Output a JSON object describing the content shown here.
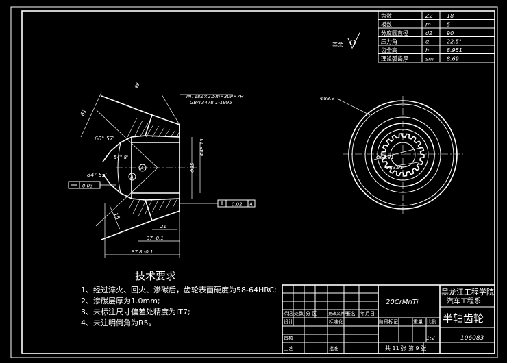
{
  "gear_params": {
    "rows": [
      {
        "name": "齿数",
        "symbol": "Z2",
        "value": "18"
      },
      {
        "name": "模数",
        "symbol": "m",
        "value": "5"
      },
      {
        "name": "分度圆直径",
        "symbol": "d2",
        "value": "90"
      },
      {
        "name": "压力角",
        "symbol": "α",
        "value": "22.5°"
      },
      {
        "name": "齿全高",
        "symbol": "h",
        "value": "8.951"
      },
      {
        "name": "理论弧齿厚",
        "symbol": "sm",
        "value": "8.69"
      }
    ]
  },
  "roughness": {
    "label": "其余",
    "symbol": "▽"
  },
  "section_dims": {
    "spline_note_1": "INT18Z×2.5m×30P×7H",
    "spline_note_2": "GB/T3478.1-1995",
    "angle_top": "60° 57'",
    "angle_mid": "54° 8'",
    "angle_low": "84° 55'",
    "dim_61": "61",
    "dim_49": "49",
    "dim_15": "15",
    "dim_21": "21",
    "dim_37": "37 -0.1",
    "dim_87": "87.8 -0.1",
    "dia_48": "Φ48.15",
    "dia_35": "Φ35",
    "datum": "A",
    "tol_left": "0.03",
    "tol_right": "0.02",
    "tol_right_datum": "A"
  },
  "end_view": {
    "dia_outer": "Φ83.9",
    "dia_mid": "Φ62.81",
    "dia_inner": "Φ33.91"
  },
  "tech_req": {
    "title": "技术要求",
    "items": [
      "1、经过淬火、回火、渗碳后，齿轮表面硬度为58-64HRC;",
      "2、渗碳层厚为1.0mm;",
      "3、未标注尺寸偏差处精度为IT7;",
      "4、未注明倒角为R5。"
    ]
  },
  "title_block": {
    "material": "20CrMnTi",
    "school": "黑龙江工程学院",
    "dept": "汽车工程系",
    "part_name": "半轴齿轮",
    "drawing_no": "106083",
    "scale": "1:2",
    "sheets": "共 11 张",
    "sheet_no": "第 9 张",
    "header_labels": [
      "标记",
      "处数",
      "分 区",
      "更改文件号",
      "签名",
      "年月日"
    ],
    "design": "设计",
    "standard": "标准化",
    "stage_mark": "阶段标记",
    "weight": "重量",
    "ratio": "比例",
    "review": "审核",
    "process": "工艺",
    "approve": "批准"
  }
}
